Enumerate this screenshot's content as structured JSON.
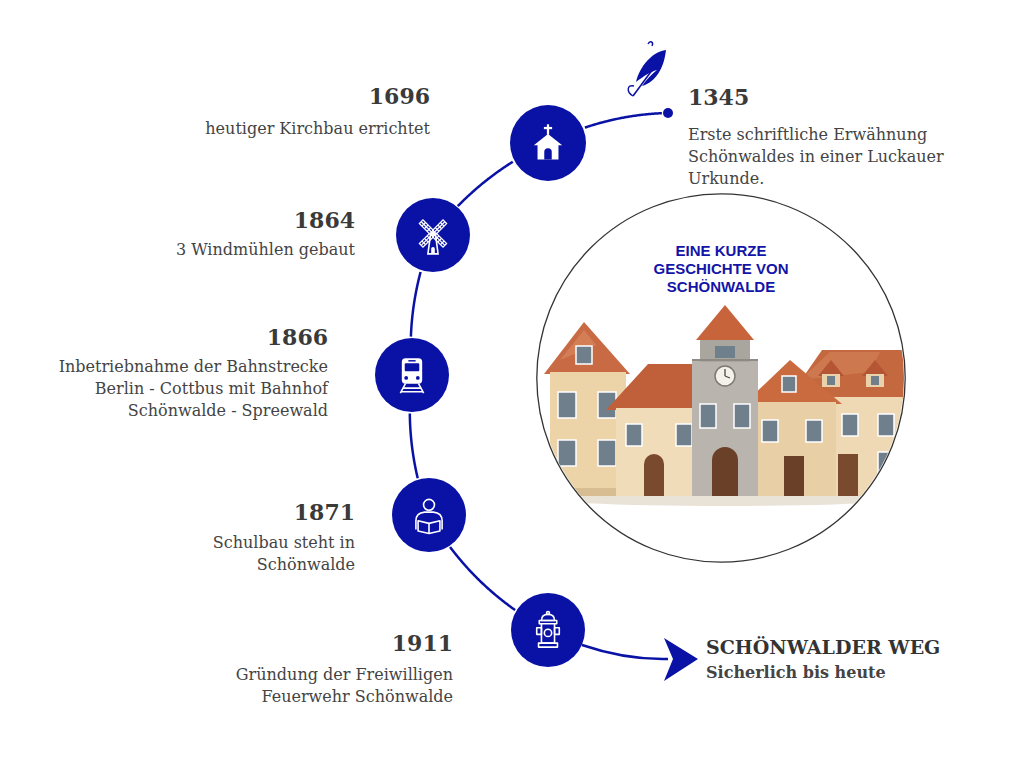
{
  "diagram": {
    "nodes": [
      {
        "text": [
          "1345",
          "Erste schriftliche Erwähnung Schönwaldes in einer Luckauer Urkunde."
        ]
      },
      {
        "text": [
          "1696",
          "heutiger Kirchbau errichtet"
        ]
      },
      {
        "text": [
          "1864",
          "3 Windmühlen gebaut"
        ]
      },
      {
        "text": [
          "1866",
          "Inbetriebnahme der Bahnstrecke Berlin - Cottbus mit Bahnhof Schönwalde - Spreewald"
        ]
      },
      {
        "text": [
          "1871",
          "Schulbau steht in Schönwalde"
        ]
      },
      {
        "text": [
          "1911",
          "Gründung der Freiwilligen Feuerwehr Schönwalde"
        ]
      },
      {
        "text": [
          "EINE KURZE GESCHICHTE VON SCHÖNWALDE"
        ]
      }
    ],
    "edges": [
      {
        "from": 0,
        "to": 1,
        "arrow": "none"
      },
      {
        "from": 1,
        "to": 2,
        "arrow": "none"
      },
      {
        "from": 2,
        "to": 3,
        "arrow": "none"
      },
      {
        "from": 3,
        "to": 4,
        "arrow": "none"
      },
      {
        "from": 4,
        "to": 5,
        "arrow": "none"
      }
    ],
    "labels": [
      "SCHÖNWALDER WEG",
      "Sicherlich bis heute"
    ]
  }
}
